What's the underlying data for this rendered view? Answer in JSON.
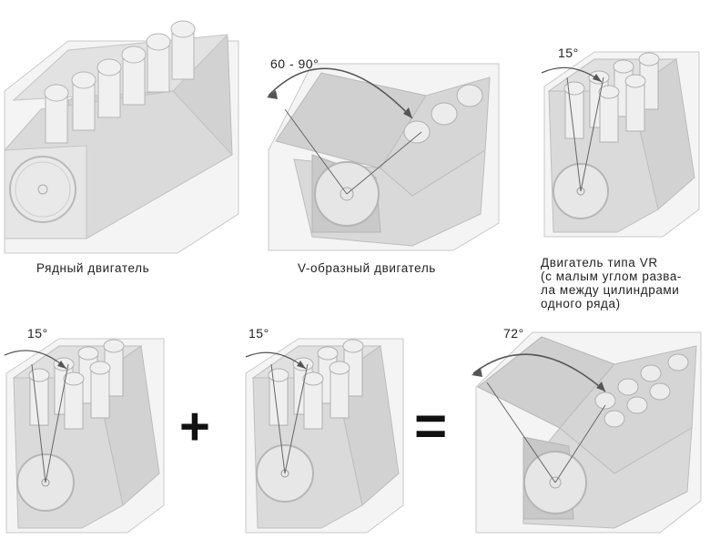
{
  "captions": {
    "inline": "Рядный двигатель",
    "v_engine": "V-образный двигатель",
    "vr_engine": [
      "Двигатель типа VR",
      "(с малым углом разва-",
      "ла между цилиндрами",
      "одного ряда)"
    ]
  },
  "angles": {
    "v_angle": "60 - 90°",
    "vr_angle_top": "15°",
    "vr_angle_left": "15°",
    "vr_angle_mid": "15°",
    "w_angle": "72°"
  },
  "operators": {
    "plus": "+",
    "equals": "="
  },
  "colors": {
    "block_fill": "#dcdcdc",
    "block_dark": "#c4c4c4",
    "block_face": "#e8e8e8",
    "glass_stroke": "#bdbdbd",
    "arrow": "#555555"
  }
}
